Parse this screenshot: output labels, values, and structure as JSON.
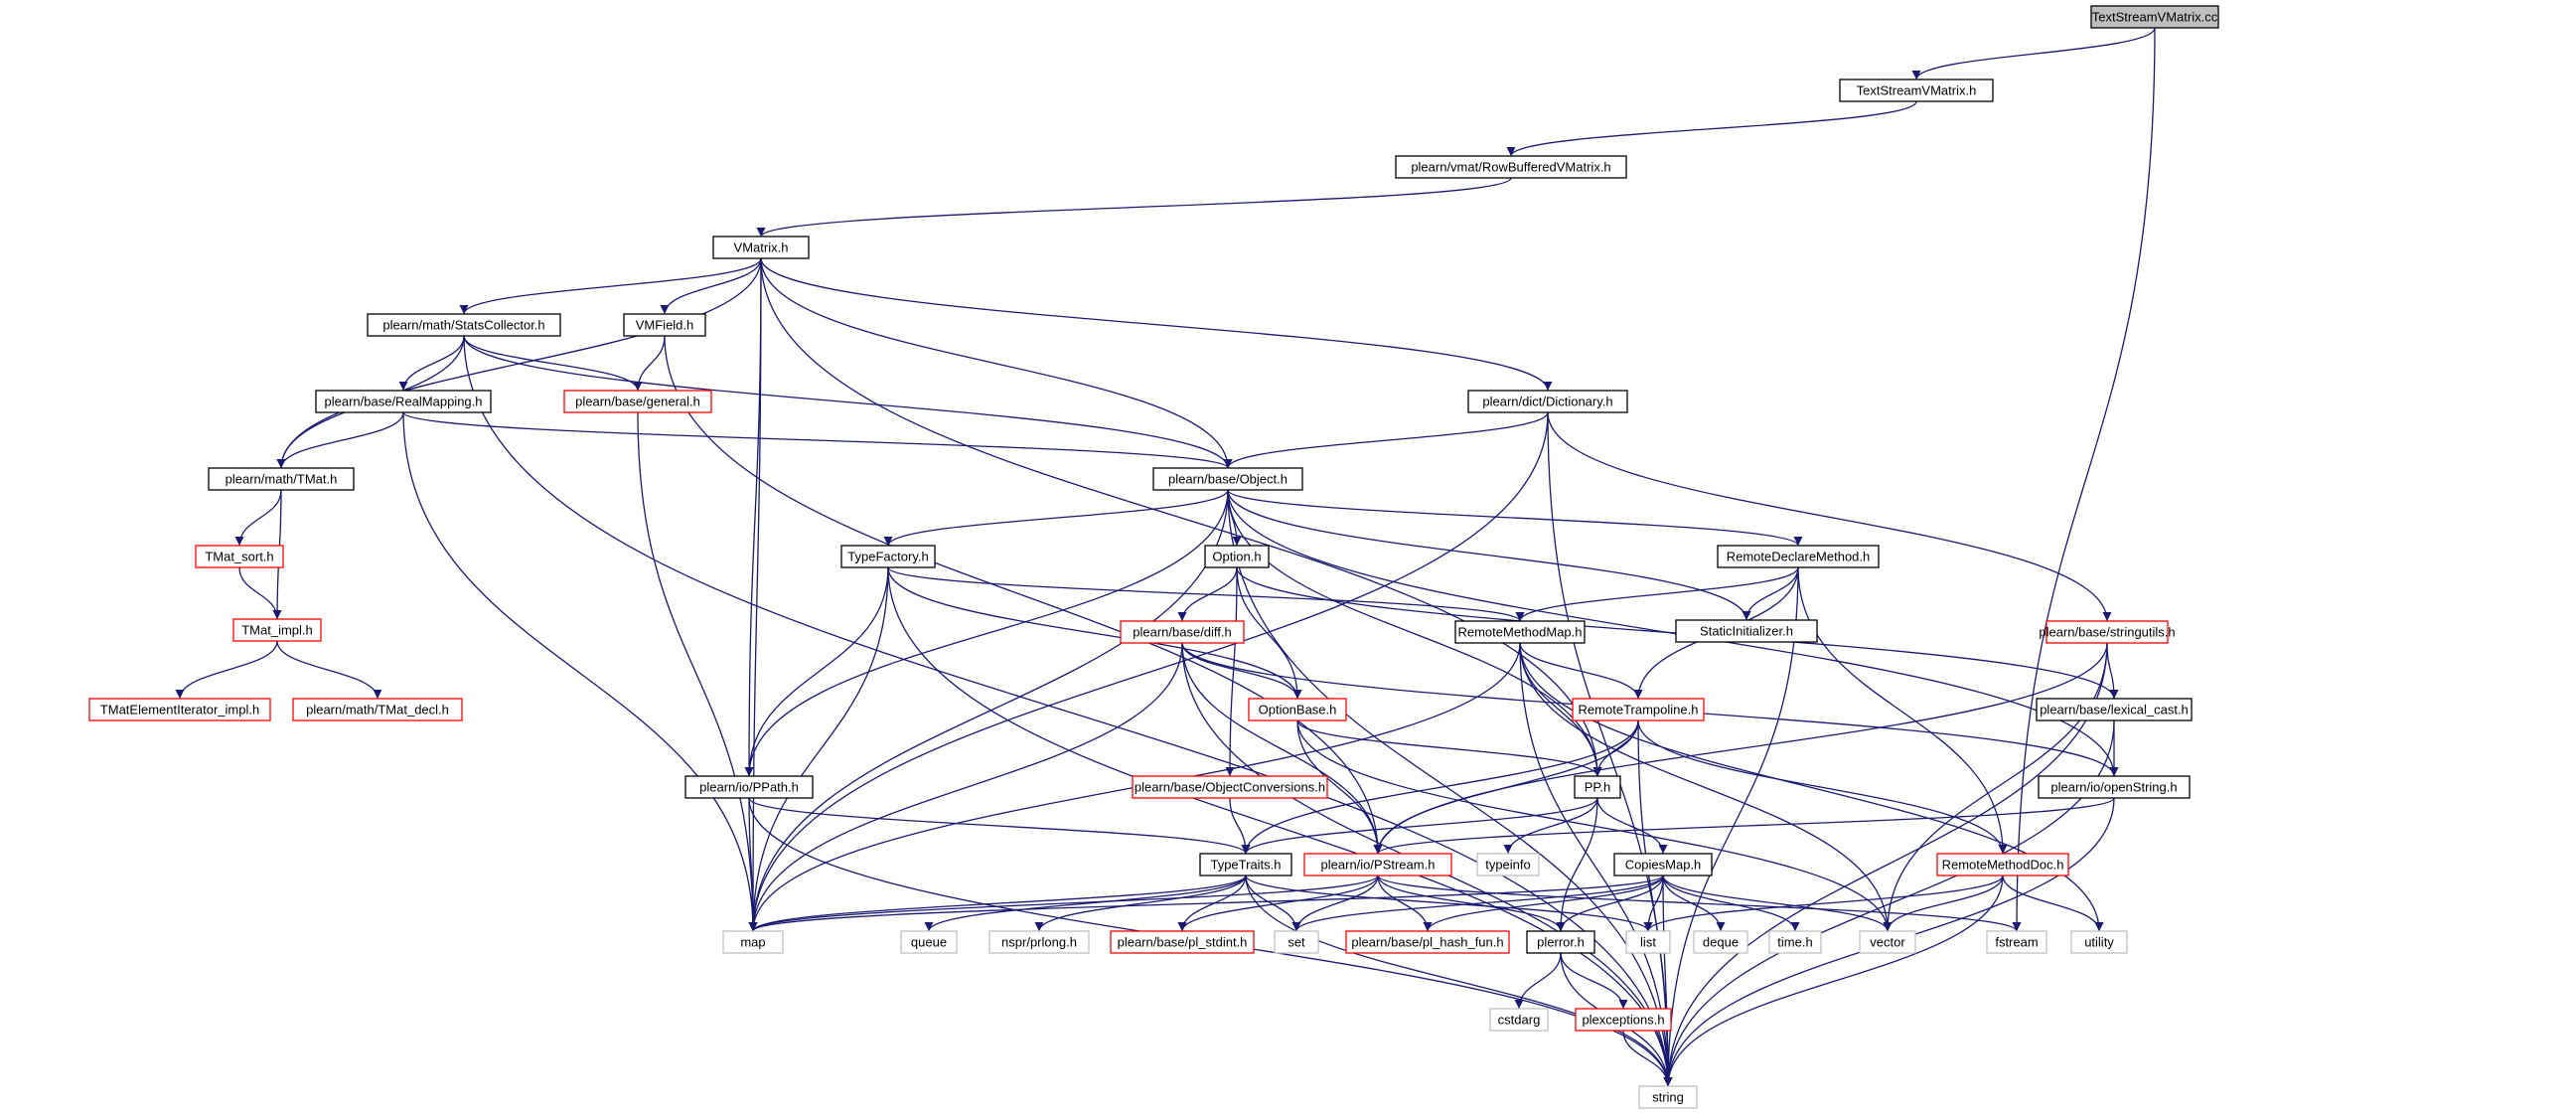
{
  "diagram": {
    "type": "include-dependency-graph",
    "colors": {
      "edge": "#191970",
      "root_fill": "#bfbfbf",
      "missing_doc_border": "#ff0000",
      "system_border": "#bfbfbf",
      "documented_border": "#000000"
    },
    "nodes": [
      {
        "id": "n0",
        "label": "TextStreamVMatrix.cc",
        "style": "root"
      },
      {
        "id": "n1",
        "label": "TextStreamVMatrix.h",
        "style": "black"
      },
      {
        "id": "n2",
        "label": "plearn/vmat/RowBufferedVMatrix.h",
        "style": "black"
      },
      {
        "id": "n3",
        "label": "VMatrix.h",
        "style": "black"
      },
      {
        "id": "n4",
        "label": "plearn/math/StatsCollector.h",
        "style": "black"
      },
      {
        "id": "n5",
        "label": "VMField.h",
        "style": "black"
      },
      {
        "id": "n6",
        "label": "plearn/dict/Dictionary.h",
        "style": "black"
      },
      {
        "id": "n7",
        "label": "plearn/base/RealMapping.h",
        "style": "black"
      },
      {
        "id": "n8",
        "label": "plearn/base/general.h",
        "style": "red"
      },
      {
        "id": "n9",
        "label": "plearn/math/TMat.h",
        "style": "black"
      },
      {
        "id": "n10",
        "label": "plearn/base/Object.h",
        "style": "black"
      },
      {
        "id": "n11",
        "label": "TMat_sort.h",
        "style": "red"
      },
      {
        "id": "n12",
        "label": "TMat_impl.h",
        "style": "red"
      },
      {
        "id": "n13",
        "label": "TMatElementIterator_impl.h",
        "style": "red"
      },
      {
        "id": "n14",
        "label": "plearn/math/TMat_decl.h",
        "style": "red"
      },
      {
        "id": "n15",
        "label": "TypeFactory.h",
        "style": "black"
      },
      {
        "id": "n16",
        "label": "Option.h",
        "style": "black"
      },
      {
        "id": "n17",
        "label": "RemoteDeclareMethod.h",
        "style": "black"
      },
      {
        "id": "n18",
        "label": "StaticInitializer.h",
        "style": "black"
      },
      {
        "id": "n19",
        "label": "plearn/base/diff.h",
        "style": "red"
      },
      {
        "id": "n20",
        "label": "RemoteMethodMap.h",
        "style": "black"
      },
      {
        "id": "n21",
        "label": "plearn/base/stringutils.h",
        "style": "red"
      },
      {
        "id": "n22",
        "label": "OptionBase.h",
        "style": "red"
      },
      {
        "id": "n23",
        "label": "RemoteTrampoline.h",
        "style": "red"
      },
      {
        "id": "n24",
        "label": "plearn/base/lexical_cast.h",
        "style": "black"
      },
      {
        "id": "n25",
        "label": "plearn/io/PPath.h",
        "style": "black"
      },
      {
        "id": "n26",
        "label": "plearn/base/ObjectConversions.h",
        "style": "red"
      },
      {
        "id": "n27",
        "label": "PP.h",
        "style": "black"
      },
      {
        "id": "n28",
        "label": "plearn/io/openString.h",
        "style": "black"
      },
      {
        "id": "n29",
        "label": "TypeTraits.h",
        "style": "black"
      },
      {
        "id": "n30",
        "label": "plearn/io/PStream.h",
        "style": "red"
      },
      {
        "id": "n31",
        "label": "typeinfo",
        "style": "gray"
      },
      {
        "id": "n32",
        "label": "CopiesMap.h",
        "style": "black"
      },
      {
        "id": "n33",
        "label": "RemoteMethodDoc.h",
        "style": "red"
      },
      {
        "id": "n34",
        "label": "map",
        "style": "gray"
      },
      {
        "id": "n35",
        "label": "queue",
        "style": "gray"
      },
      {
        "id": "n36",
        "label": "nspr/prlong.h",
        "style": "gray"
      },
      {
        "id": "n37",
        "label": "plearn/base/pl_stdint.h",
        "style": "red"
      },
      {
        "id": "n38",
        "label": "set",
        "style": "gray"
      },
      {
        "id": "n39",
        "label": "plearn/base/pl_hash_fun.h",
        "style": "red"
      },
      {
        "id": "n40",
        "label": "plerror.h",
        "style": "black"
      },
      {
        "id": "n41",
        "label": "list",
        "style": "gray"
      },
      {
        "id": "n42",
        "label": "deque",
        "style": "gray"
      },
      {
        "id": "n43",
        "label": "time.h",
        "style": "gray"
      },
      {
        "id": "n44",
        "label": "vector",
        "style": "gray"
      },
      {
        "id": "n45",
        "label": "fstream",
        "style": "gray"
      },
      {
        "id": "n46",
        "label": "utility",
        "style": "gray"
      },
      {
        "id": "n47",
        "label": "cstdarg",
        "style": "gray"
      },
      {
        "id": "n48",
        "label": "plexceptions.h",
        "style": "red"
      },
      {
        "id": "n49",
        "label": "string",
        "style": "gray"
      }
    ],
    "edges": [
      [
        "n0",
        "n1"
      ],
      [
        "n0",
        "n45"
      ],
      [
        "n1",
        "n2"
      ],
      [
        "n2",
        "n3"
      ],
      [
        "n3",
        "n4"
      ],
      [
        "n3",
        "n5"
      ],
      [
        "n3",
        "n6"
      ],
      [
        "n3",
        "n9"
      ],
      [
        "n3",
        "n10"
      ],
      [
        "n3",
        "n25"
      ],
      [
        "n3",
        "n27"
      ],
      [
        "n3",
        "n34"
      ],
      [
        "n4",
        "n7"
      ],
      [
        "n4",
        "n8"
      ],
      [
        "n4",
        "n9"
      ],
      [
        "n4",
        "n10"
      ],
      [
        "n4",
        "n49"
      ],
      [
        "n5",
        "n8"
      ],
      [
        "n5",
        "n30"
      ],
      [
        "n6",
        "n10"
      ],
      [
        "n6",
        "n21"
      ],
      [
        "n6",
        "n34"
      ],
      [
        "n6",
        "n49"
      ],
      [
        "n7",
        "n9"
      ],
      [
        "n7",
        "n10"
      ],
      [
        "n7",
        "n34"
      ],
      [
        "n8",
        "n34"
      ],
      [
        "n9",
        "n11"
      ],
      [
        "n9",
        "n12"
      ],
      [
        "n11",
        "n12"
      ],
      [
        "n12",
        "n13"
      ],
      [
        "n12",
        "n14"
      ],
      [
        "n10",
        "n15"
      ],
      [
        "n10",
        "n16"
      ],
      [
        "n10",
        "n17"
      ],
      [
        "n10",
        "n18"
      ],
      [
        "n10",
        "n25"
      ],
      [
        "n10",
        "n27"
      ],
      [
        "n10",
        "n28"
      ],
      [
        "n10",
        "n34"
      ],
      [
        "n10",
        "n49"
      ],
      [
        "n15",
        "n20"
      ],
      [
        "n15",
        "n22"
      ],
      [
        "n15",
        "n25"
      ],
      [
        "n15",
        "n34"
      ],
      [
        "n15",
        "n49"
      ],
      [
        "n16",
        "n19"
      ],
      [
        "n16",
        "n22"
      ],
      [
        "n16",
        "n24"
      ],
      [
        "n16",
        "n26"
      ],
      [
        "n17",
        "n18"
      ],
      [
        "n17",
        "n20"
      ],
      [
        "n17",
        "n23"
      ],
      [
        "n17",
        "n33"
      ],
      [
        "n17",
        "n49"
      ],
      [
        "n19",
        "n22"
      ],
      [
        "n19",
        "n28"
      ],
      [
        "n19",
        "n30"
      ],
      [
        "n19",
        "n34"
      ],
      [
        "n19",
        "n49"
      ],
      [
        "n20",
        "n23"
      ],
      [
        "n20",
        "n27"
      ],
      [
        "n20",
        "n34"
      ],
      [
        "n20",
        "n44"
      ],
      [
        "n20",
        "n46"
      ],
      [
        "n20",
        "n49"
      ],
      [
        "n21",
        "n24"
      ],
      [
        "n21",
        "n30"
      ],
      [
        "n21",
        "n44"
      ],
      [
        "n21",
        "n49"
      ],
      [
        "n22",
        "n27"
      ],
      [
        "n22",
        "n30"
      ],
      [
        "n22",
        "n44"
      ],
      [
        "n23",
        "n27"
      ],
      [
        "n23",
        "n29"
      ],
      [
        "n23",
        "n30"
      ],
      [
        "n23",
        "n33"
      ],
      [
        "n23",
        "n49"
      ],
      [
        "n24",
        "n28"
      ],
      [
        "n24",
        "n49"
      ],
      [
        "n25",
        "n29"
      ],
      [
        "n25",
        "n34"
      ],
      [
        "n25",
        "n49"
      ],
      [
        "n26",
        "n29"
      ],
      [
        "n27",
        "n29"
      ],
      [
        "n27",
        "n31"
      ],
      [
        "n27",
        "n32"
      ],
      [
        "n27",
        "n40"
      ],
      [
        "n28",
        "n30"
      ],
      [
        "n28",
        "n49"
      ],
      [
        "n29",
        "n34"
      ],
      [
        "n29",
        "n35"
      ],
      [
        "n29",
        "n36"
      ],
      [
        "n29",
        "n37"
      ],
      [
        "n29",
        "n38"
      ],
      [
        "n29",
        "n41"
      ],
      [
        "n29",
        "n49"
      ],
      [
        "n30",
        "n34"
      ],
      [
        "n30",
        "n37"
      ],
      [
        "n30",
        "n38"
      ],
      [
        "n30",
        "n39"
      ],
      [
        "n30",
        "n40"
      ],
      [
        "n30",
        "n45"
      ],
      [
        "n32",
        "n34"
      ],
      [
        "n32",
        "n38"
      ],
      [
        "n32",
        "n39"
      ],
      [
        "n32",
        "n40"
      ],
      [
        "n32",
        "n41"
      ],
      [
        "n32",
        "n42"
      ],
      [
        "n32",
        "n43"
      ],
      [
        "n32",
        "n44"
      ],
      [
        "n32",
        "n49"
      ],
      [
        "n33",
        "n41"
      ],
      [
        "n33",
        "n44"
      ],
      [
        "n33",
        "n46"
      ],
      [
        "n33",
        "n49"
      ],
      [
        "n40",
        "n47"
      ],
      [
        "n40",
        "n48"
      ],
      [
        "n40",
        "n49"
      ],
      [
        "n48",
        "n49"
      ]
    ]
  }
}
